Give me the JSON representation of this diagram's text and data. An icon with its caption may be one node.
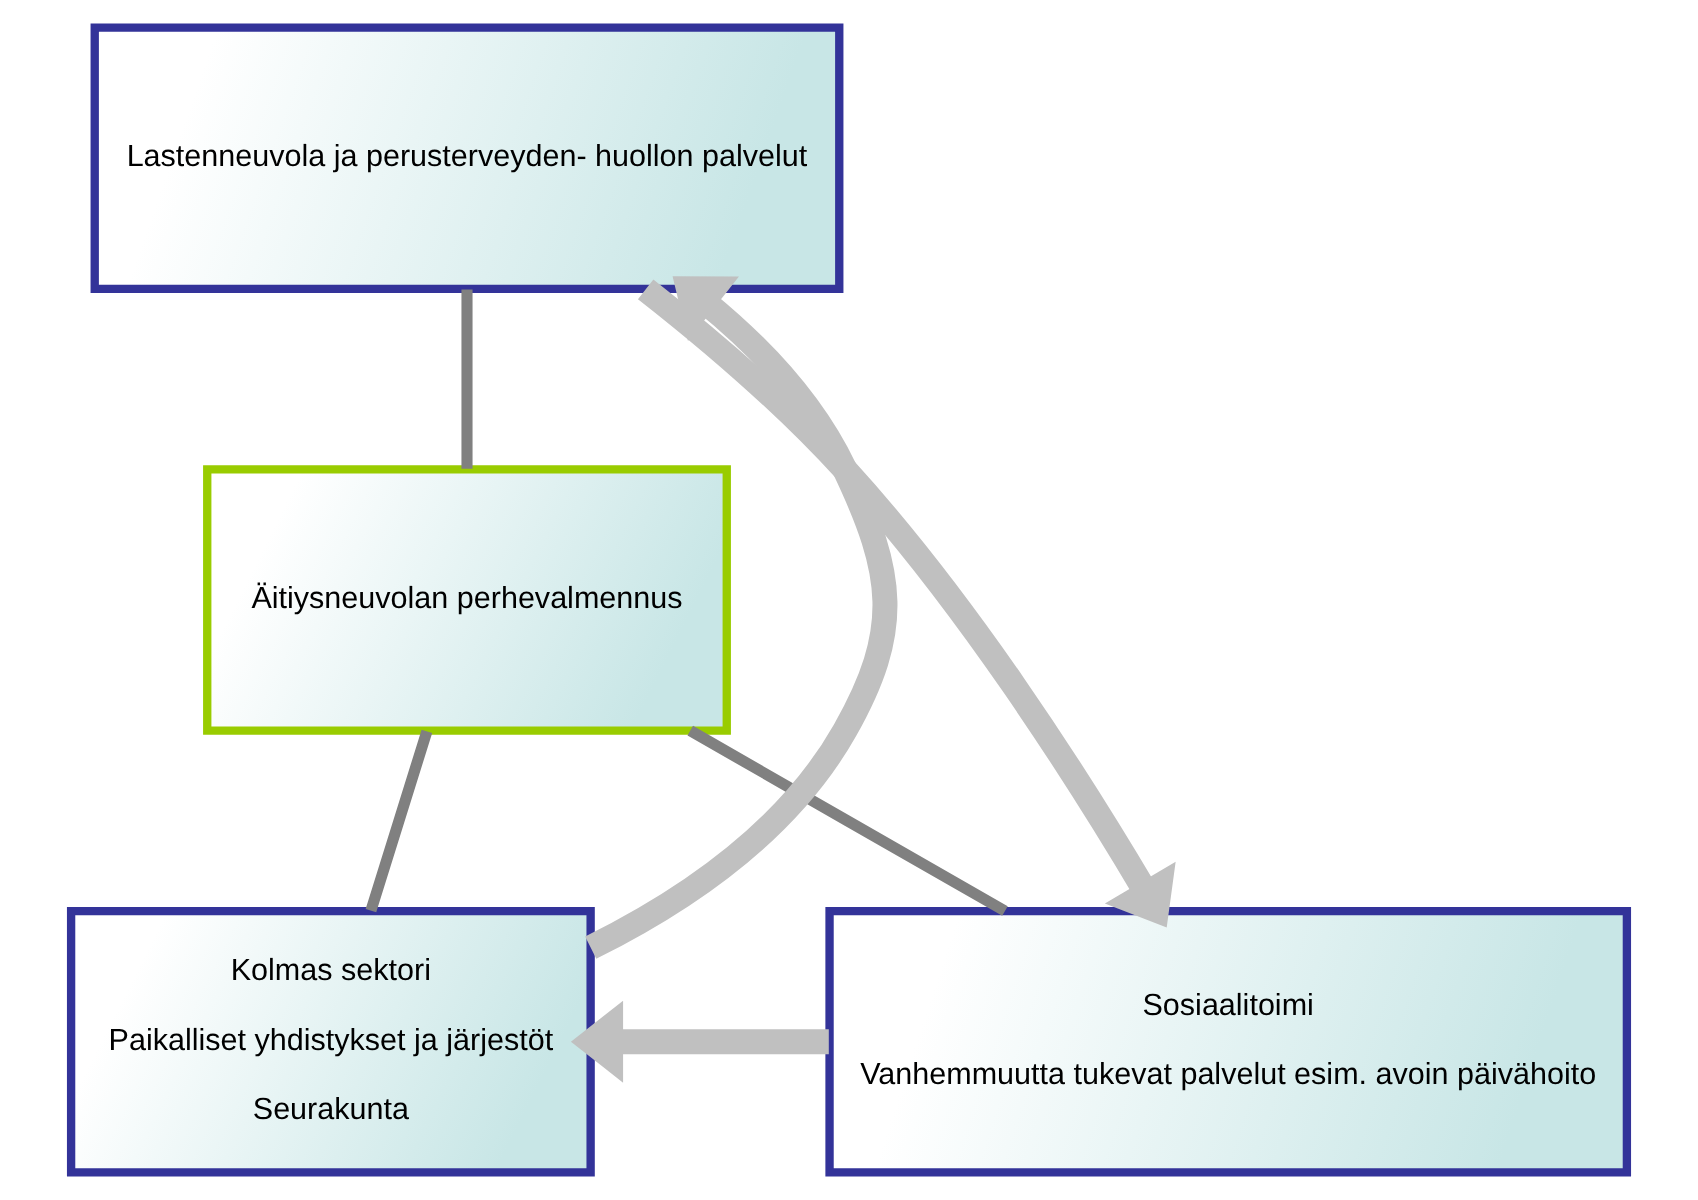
{
  "diagram": {
    "nodes": [
      {
        "text": [
          "Lastenneuvola ja perusterveyden- huollon palvelut"
        ]
      },
      {
        "text": [
          "Äitiysneuvolan perhevalmennus"
        ]
      },
      {
        "text": [
          "Kolmas sektori",
          "Paikalliset yhdistykset ja järjestöt",
          "Seurakunta"
        ]
      },
      {
        "text": [
          "Sosiaalitoimi",
          "Vanhemmuutta tukevat palvelut esim. avoin päivähoito"
        ]
      }
    ],
    "edges": [
      {
        "from": 0,
        "to": 1,
        "arrow": "none"
      },
      {
        "from": 1,
        "to": 2,
        "arrow": "none"
      },
      {
        "from": 1,
        "to": 3,
        "arrow": "none"
      },
      {
        "from": 2,
        "to": 0,
        "arrow": "to",
        "style": "thick",
        "color": "#c0c0c0"
      },
      {
        "from": 0,
        "to": 3,
        "arrow": "to",
        "style": "thick",
        "color": "#c0c0c0"
      },
      {
        "from": 3,
        "to": 2,
        "arrow": "to",
        "style": "thick",
        "color": "#c0c0c0"
      }
    ]
  }
}
